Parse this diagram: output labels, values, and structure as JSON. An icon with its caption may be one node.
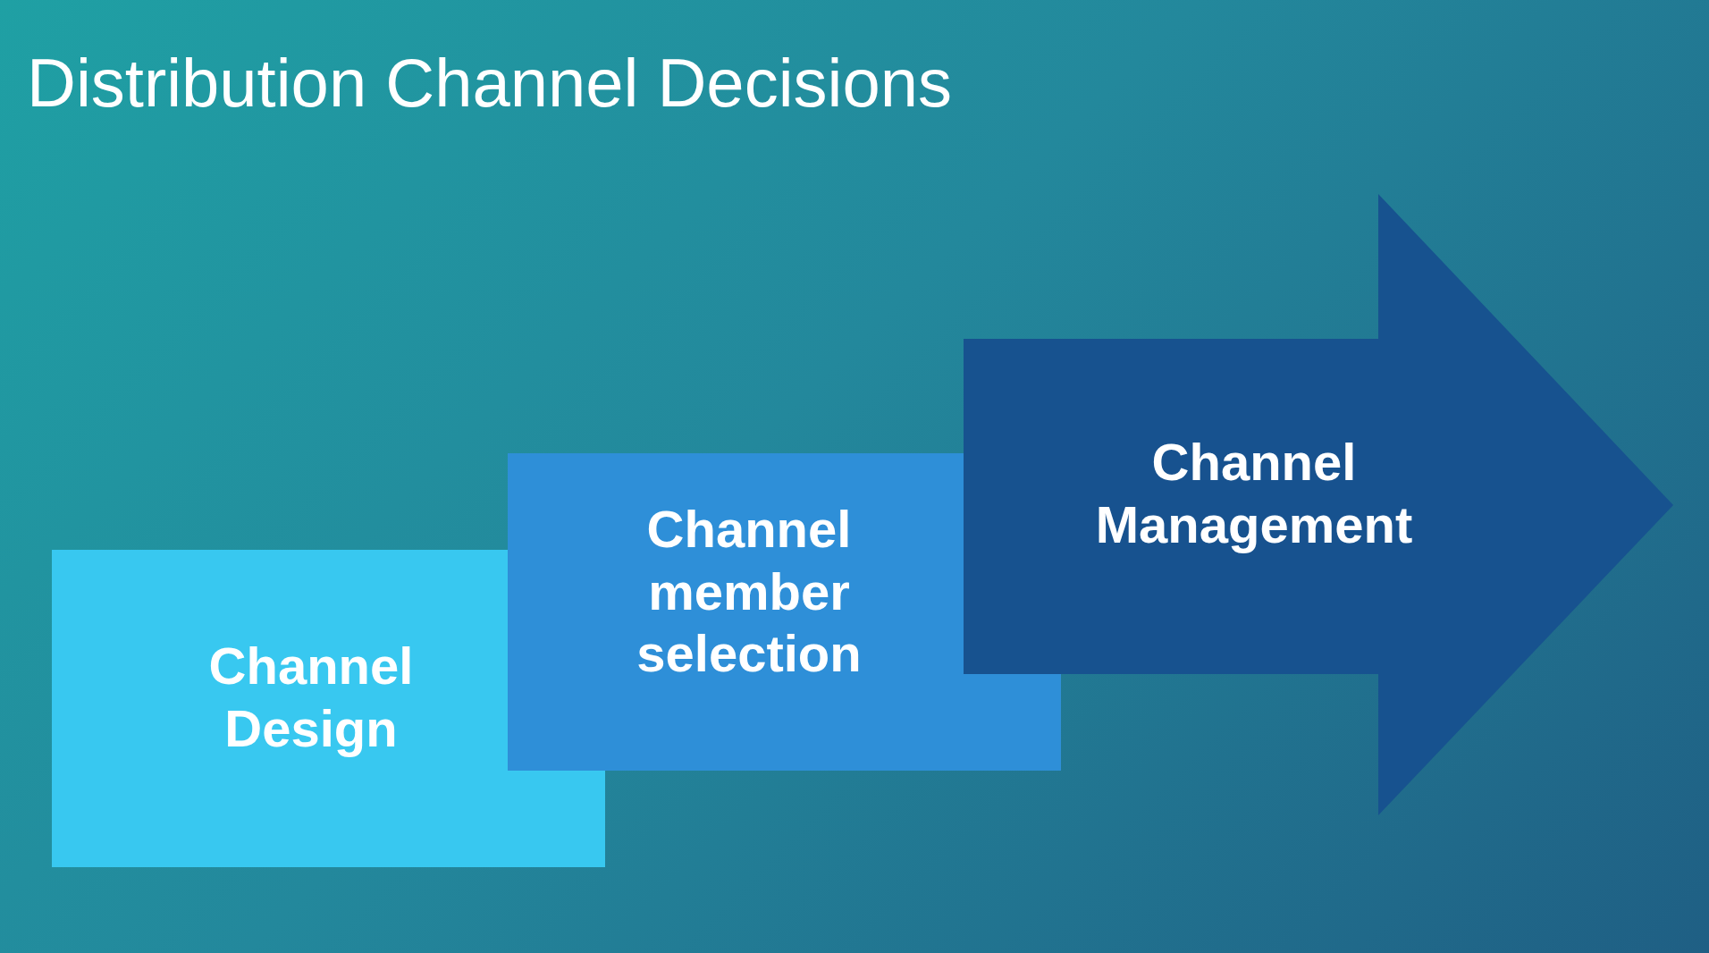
{
  "diagram": {
    "title": "Distribution Channel Decisions",
    "nodes": [
      {
        "text": [
          "Channel Design"
        ]
      },
      {
        "text": [
          "Channel member selection"
        ]
      },
      {
        "text": [
          "Channel Management"
        ]
      }
    ]
  }
}
